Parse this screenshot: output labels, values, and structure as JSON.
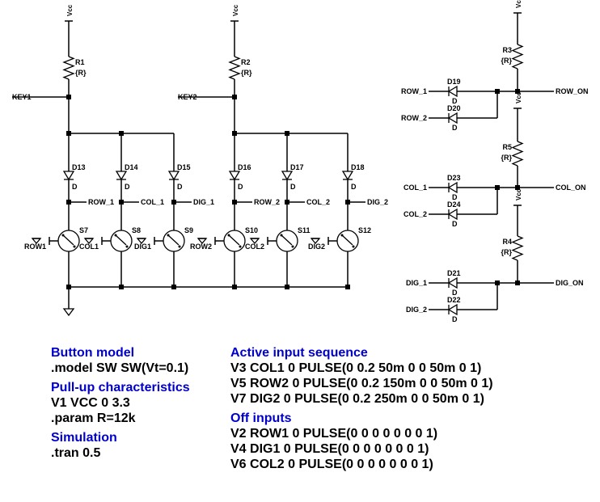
{
  "schematic": {
    "supply_label": "Vcc",
    "resistors": [
      {
        "name": "R1",
        "value": "{R}"
      },
      {
        "name": "R2",
        "value": "{R}"
      },
      {
        "name": "R3",
        "value": "{R}"
      },
      {
        "name": "R5",
        "value": "{R}"
      },
      {
        "name": "R4",
        "value": "{R}"
      }
    ],
    "key_nets": [
      "KEY1",
      "KEY2"
    ],
    "diodes_top": [
      {
        "name": "D13",
        "model": "D",
        "net": "ROW_1"
      },
      {
        "name": "D14",
        "model": "D",
        "net": "COL_1"
      },
      {
        "name": "D15",
        "model": "D",
        "net": "DIG_1"
      },
      {
        "name": "D16",
        "model": "D",
        "net": "ROW_2"
      },
      {
        "name": "D17",
        "model": "D",
        "net": "COL_2"
      },
      {
        "name": "D18",
        "model": "D",
        "net": "DIG_2"
      }
    ],
    "switches": [
      {
        "name": "S7",
        "ctrl": "ROW1"
      },
      {
        "name": "S8",
        "ctrl": "COL1"
      },
      {
        "name": "S9",
        "ctrl": "DIG1"
      },
      {
        "name": "S10",
        "ctrl": "ROW2"
      },
      {
        "name": "S11",
        "ctrl": "COL2"
      },
      {
        "name": "S12",
        "ctrl": "DIG2"
      }
    ],
    "or_groups": [
      {
        "resistor": "R3",
        "out": "ROW_ON",
        "inputs": [
          {
            "net": "ROW_1",
            "diode": "D19"
          },
          {
            "net": "ROW_2",
            "diode": "D20"
          }
        ]
      },
      {
        "resistor": "R5",
        "out": "COL_ON",
        "inputs": [
          {
            "net": "COL_1",
            "diode": "D23"
          },
          {
            "net": "COL_2",
            "diode": "D24"
          }
        ]
      },
      {
        "resistor": "R4",
        "out": "DIG_ON",
        "inputs": [
          {
            "net": "DIG_1",
            "diode": "D21"
          },
          {
            "net": "DIG_2",
            "diode": "D22"
          }
        ]
      }
    ],
    "diode_model": "D"
  },
  "directives": {
    "button_model": {
      "header": "Button model",
      "lines": [
        ".model SW SW(Vt=0.1)"
      ]
    },
    "pullup": {
      "header": "Pull-up characteristics",
      "lines": [
        "V1 VCC 0 3.3",
        ".param R=12k"
      ]
    },
    "simulation": {
      "header": "Simulation",
      "lines": [
        ".tran 0.5"
      ]
    },
    "active": {
      "header": "Active input sequence",
      "lines": [
        "V3 COL1 0 PULSE(0 0.2 50m 0 0 50m 0 1)",
        "V5 ROW2 0 PULSE(0 0.2 150m 0 0 50m 0 1)",
        "V7 DIG2 0 PULSE(0 0.2 250m 0 0 50m 0 1)"
      ]
    },
    "off": {
      "header": "Off inputs",
      "lines": [
        "V2 ROW1 0 PULSE(0 0 0 0 0 0 0 1)",
        "V4 DIG1 0 PULSE(0 0 0 0 0 0 0 1)",
        "V6 COL2 0 PULSE(0 0 0 0 0 0 0 1)"
      ]
    }
  }
}
